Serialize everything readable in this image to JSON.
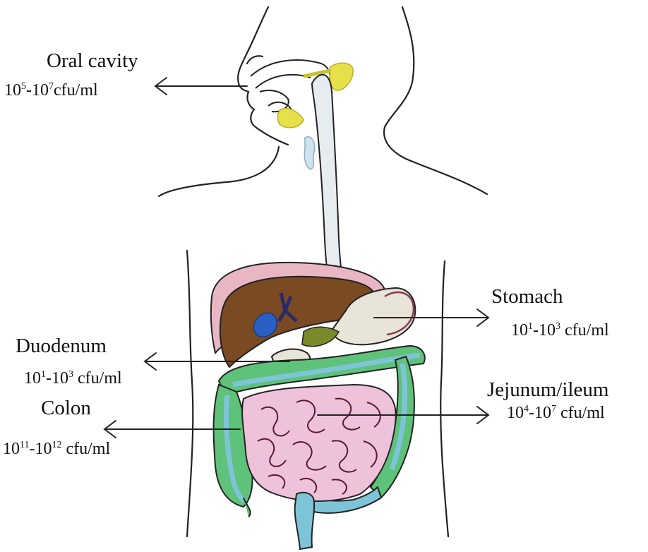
{
  "labels": {
    "oral_cavity": {
      "name": "Oral cavity",
      "b1": "10",
      "e1": "5",
      "mid": "-10",
      "e2": "7",
      "unit": "cfu/ml"
    },
    "stomach": {
      "name": "Stomach",
      "b1": "10",
      "e1": "1",
      "mid": "-10",
      "e2": "3",
      "unit": " cfu/ml"
    },
    "duodenum": {
      "name": "Duodenum",
      "b1": "10",
      "e1": "1",
      "mid": "-10",
      "e2": "3",
      "unit": " cfu/ml"
    },
    "jejunum_ileum": {
      "name": "Jejunum/ileum",
      "b1": "10",
      "e1": "4",
      "mid": "-10",
      "e2": "7",
      "unit": " cfu/ml"
    },
    "colon": {
      "name": "Colon",
      "b1": "10",
      "e1": "11",
      "mid": "-10",
      "e2": "12",
      "unit": " cfu/ml"
    }
  },
  "colors": {
    "outline": "#222222",
    "liver": "#7a4a22",
    "liver_back": "#e9b7c4",
    "gallbladder": "#2a5fc4",
    "salivary": "#e6e04a",
    "stomach": "#e9e4d8",
    "intestine": "#efc2dc",
    "colon_green": "#5fc27a",
    "colon_blue": "#7ec4d8",
    "esophagus": "#e6ecef"
  }
}
